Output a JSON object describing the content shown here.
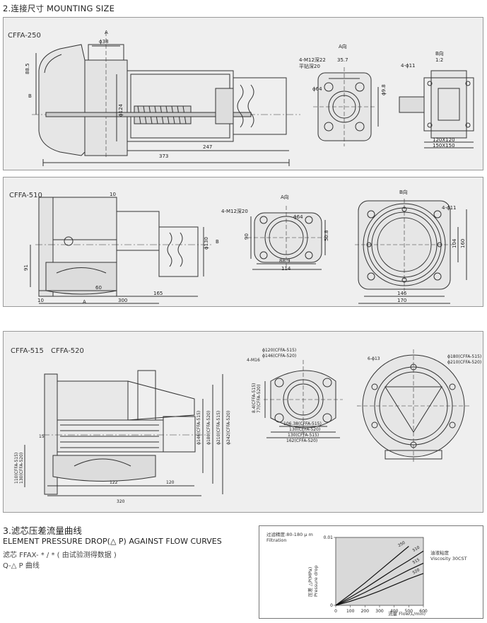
{
  "section_mounting": {
    "title": "2.连接尺寸  MOUNTING SIZE"
  },
  "panel1": {
    "model": "CFFA-250",
    "labels": {
      "a": "A",
      "b": "B",
      "phi38": "ϕ38",
      "d885": "88.5",
      "phi124": "ϕ124",
      "d373": "373",
      "d247": "247",
      "a_view": "A向",
      "m12": "4-M12深22",
      "plane": "平钻深20",
      "d357": "35.7",
      "phi64": "ϕ64",
      "phi98": "ϕ9.8",
      "four_phi11": "4-ϕ11",
      "b_view": "B向",
      "scale": "1:2",
      "d120": "120X120",
      "d150": "150X150"
    }
  },
  "panel2": {
    "model": "CFFA-510",
    "labels": {
      "d10": "10",
      "phi130": "ϕ130",
      "b": "B",
      "d91": "91",
      "d60": "60",
      "d165": "165",
      "d10b": "10",
      "d300": "300",
      "a": "A",
      "a_view": "A向",
      "m12": "4-M12深20",
      "phi64": "ϕ64",
      "d90": "90",
      "d508": "50.8",
      "d889": "88.9",
      "d114": "114",
      "b_view": "B向",
      "phi11": "4-ϕ11",
      "d104": "104",
      "d160": "160",
      "d146": "146",
      "d170": "170"
    }
  },
  "panel3": {
    "models": [
      "CFFA-515",
      "CFFA-520"
    ],
    "labels": {
      "d15": "15",
      "d122": "122",
      "d120": "120",
      "d320": "320",
      "l1": "110(CFFA-515)",
      "l2": "130(CFFA-520)",
      "v1": "ϕ146(CFFA-515)",
      "v2": "ϕ180(CFFA-520)",
      "v3": "ϕ210(CFFA-515)",
      "v4": "ϕ242(CFFA-520)",
      "m16": "4-M16",
      "phi120": "ϕ120(CFFA-515)",
      "phi146": "ϕ146(CFFA-520)",
      "s1": "8.4(CFFA-515)",
      "s2": "77(CFFA-520)",
      "b1": "106.38(CFFA-515)",
      "b2": "130(CFFA-520)",
      "b3": "130(CFFA-515)",
      "b4": "162(CFFA-520)",
      "six_phi13": "6-ϕ13",
      "r1": "ϕ180(CFFA-515)",
      "r2": "ϕ210(CFFA-520)"
    }
  },
  "curves": {
    "title_cn": "3.滤芯压差流量曲线",
    "title_en": "ELEMENT PRESSURE DROP(△  P) AGAINST FLOW CURVES",
    "element_line": "滤芯 FFAX- * / * ( 由试验测得数据 )",
    "q_line": "Q-△ P 曲线"
  },
  "chart_data": {
    "type": "line",
    "filtration_cn": "过滤精度:80-180 μ m",
    "filtration_en": "Filtration",
    "viscosity_cn": "油液粘度",
    "viscosity_en": "Viscosity 30CST",
    "ylabel_cn": "压差 △P(MPa)",
    "ylabel_en": "Pressure drop",
    "xlabel": "流量 Flow(L/min)",
    "x_ticks": [
      0,
      100,
      200,
      300,
      400,
      500,
      600
    ],
    "y_ticks": [
      0,
      0.01
    ],
    "xlim": [
      0,
      600
    ],
    "ylim": [
      0,
      0.01
    ],
    "series": [
      {
        "name": "250",
        "x": [
          0,
          100,
          200,
          300,
          400,
          500
        ],
        "y": [
          0,
          0.0016,
          0.0033,
          0.0051,
          0.0069,
          0.0087
        ]
      },
      {
        "name": "510",
        "x": [
          0,
          100,
          200,
          300,
          400,
          500,
          600
        ],
        "y": [
          0,
          0.0012,
          0.0025,
          0.0039,
          0.0053,
          0.0066,
          0.008
        ]
      },
      {
        "name": "515",
        "x": [
          0,
          100,
          200,
          300,
          400,
          500,
          600
        ],
        "y": [
          0,
          0.0009,
          0.0019,
          0.003,
          0.0041,
          0.0052,
          0.0062
        ]
      },
      {
        "name": "520",
        "x": [
          0,
          100,
          200,
          300,
          400,
          500,
          600
        ],
        "y": [
          0,
          0.0006,
          0.0013,
          0.0021,
          0.003,
          0.0039,
          0.0047
        ]
      }
    ]
  }
}
